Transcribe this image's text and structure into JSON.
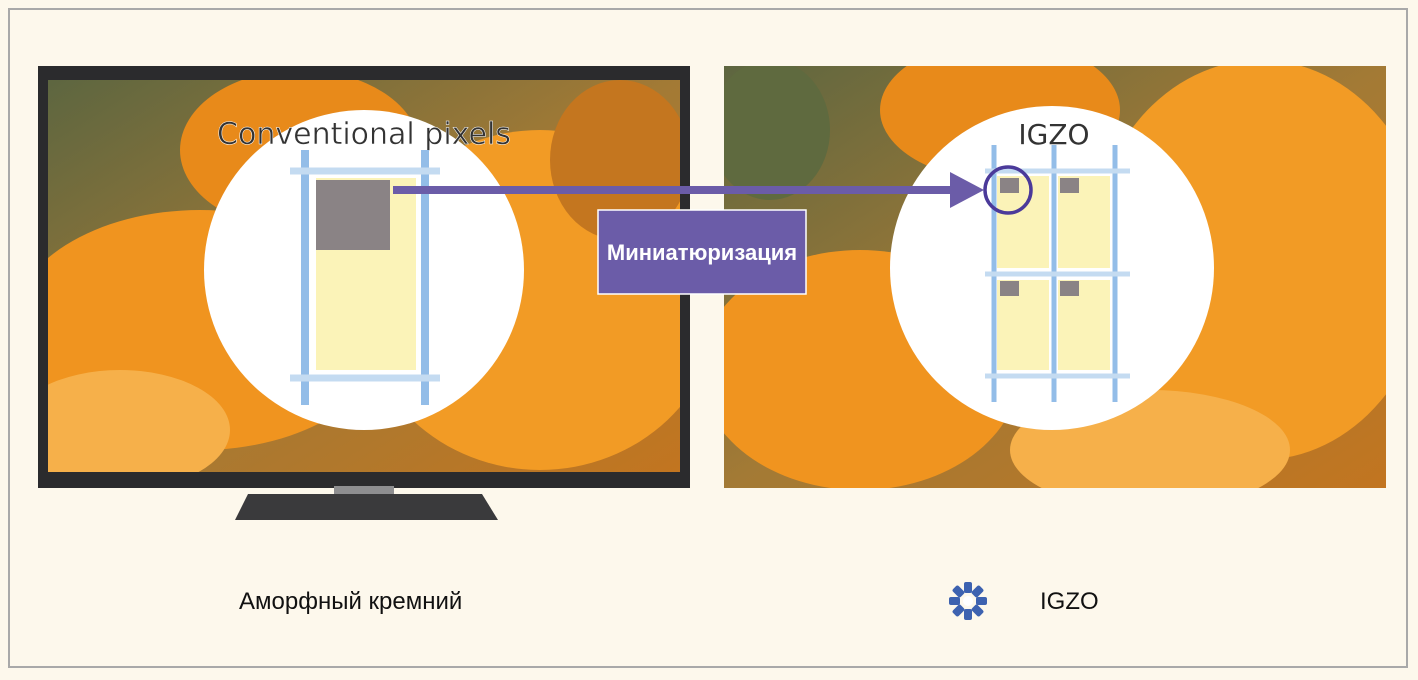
{
  "left_panel": {
    "circle_title": "Conventional pixels",
    "caption": "Аморфный кремний"
  },
  "right_panel": {
    "circle_title": "IGZO",
    "caption": "IGZO",
    "logo_icon": "igzo-snowflake-logo"
  },
  "arrow_label": "Миниатюризация",
  "colors": {
    "accent": "#6b5ca8",
    "grid_line": "#93bde8",
    "pixel_fill": "#fbf3b8",
    "transistor": "#8a8385",
    "border": "#a9a9a9",
    "background": "#fdf8ec"
  }
}
